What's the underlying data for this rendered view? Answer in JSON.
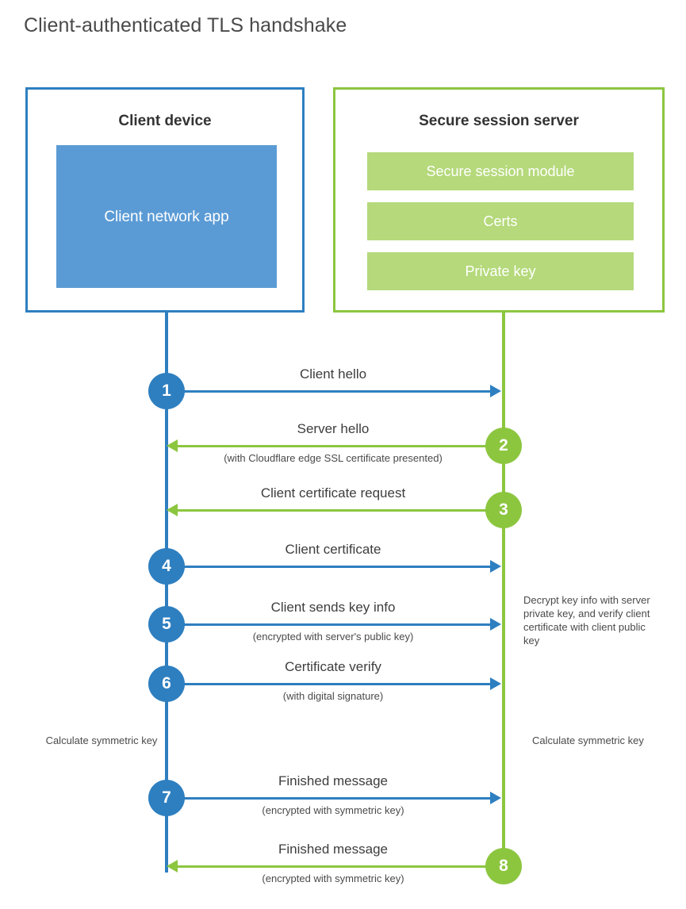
{
  "title": "Client-authenticated TLS handshake",
  "colors": {
    "blue_dark": "#2E7FC0",
    "blue_fill": "#5B9BD5",
    "green_dark": "#8CC63F",
    "green_fill": "#B5D97B",
    "text": "#4a4a4a"
  },
  "actors": {
    "client": {
      "title": "Client device",
      "inner_block": "Client network app"
    },
    "server": {
      "title": "Secure session server",
      "blocks": [
        "Secure session module",
        "Certs",
        "Private key"
      ]
    }
  },
  "messages": [
    {
      "step": "1",
      "label": "Client hello",
      "sublabel": "",
      "direction": "right",
      "color": "blue"
    },
    {
      "step": "2",
      "label": "Server hello",
      "sublabel": "(with Cloudflare edge SSL certificate presented)",
      "direction": "left",
      "color": "green"
    },
    {
      "step": "3",
      "label": "Client certificate request",
      "sublabel": "",
      "direction": "left",
      "color": "green"
    },
    {
      "step": "4",
      "label": "Client certificate",
      "sublabel": "",
      "direction": "right",
      "color": "blue"
    },
    {
      "step": "5",
      "label": "Client sends key info",
      "sublabel": "(encrypted with server's public key)",
      "direction": "right",
      "color": "blue"
    },
    {
      "step": "6",
      "label": "Certificate verify",
      "sublabel": "(with digital signature)",
      "direction": "right",
      "color": "blue"
    },
    {
      "step": "7",
      "label": "Finished message",
      "sublabel": "(encrypted with symmetric key)",
      "direction": "right",
      "color": "blue"
    },
    {
      "step": "8",
      "label": "Finished message",
      "sublabel": "(encrypted with symmetric key)",
      "direction": "left",
      "color": "green"
    }
  ],
  "notes": {
    "server_decrypt": "Decrypt key info with server private key, and verify client certificate with client public key",
    "client_calculate": "Calculate symmetric key",
    "server_calculate": "Calculate symmetric key"
  }
}
